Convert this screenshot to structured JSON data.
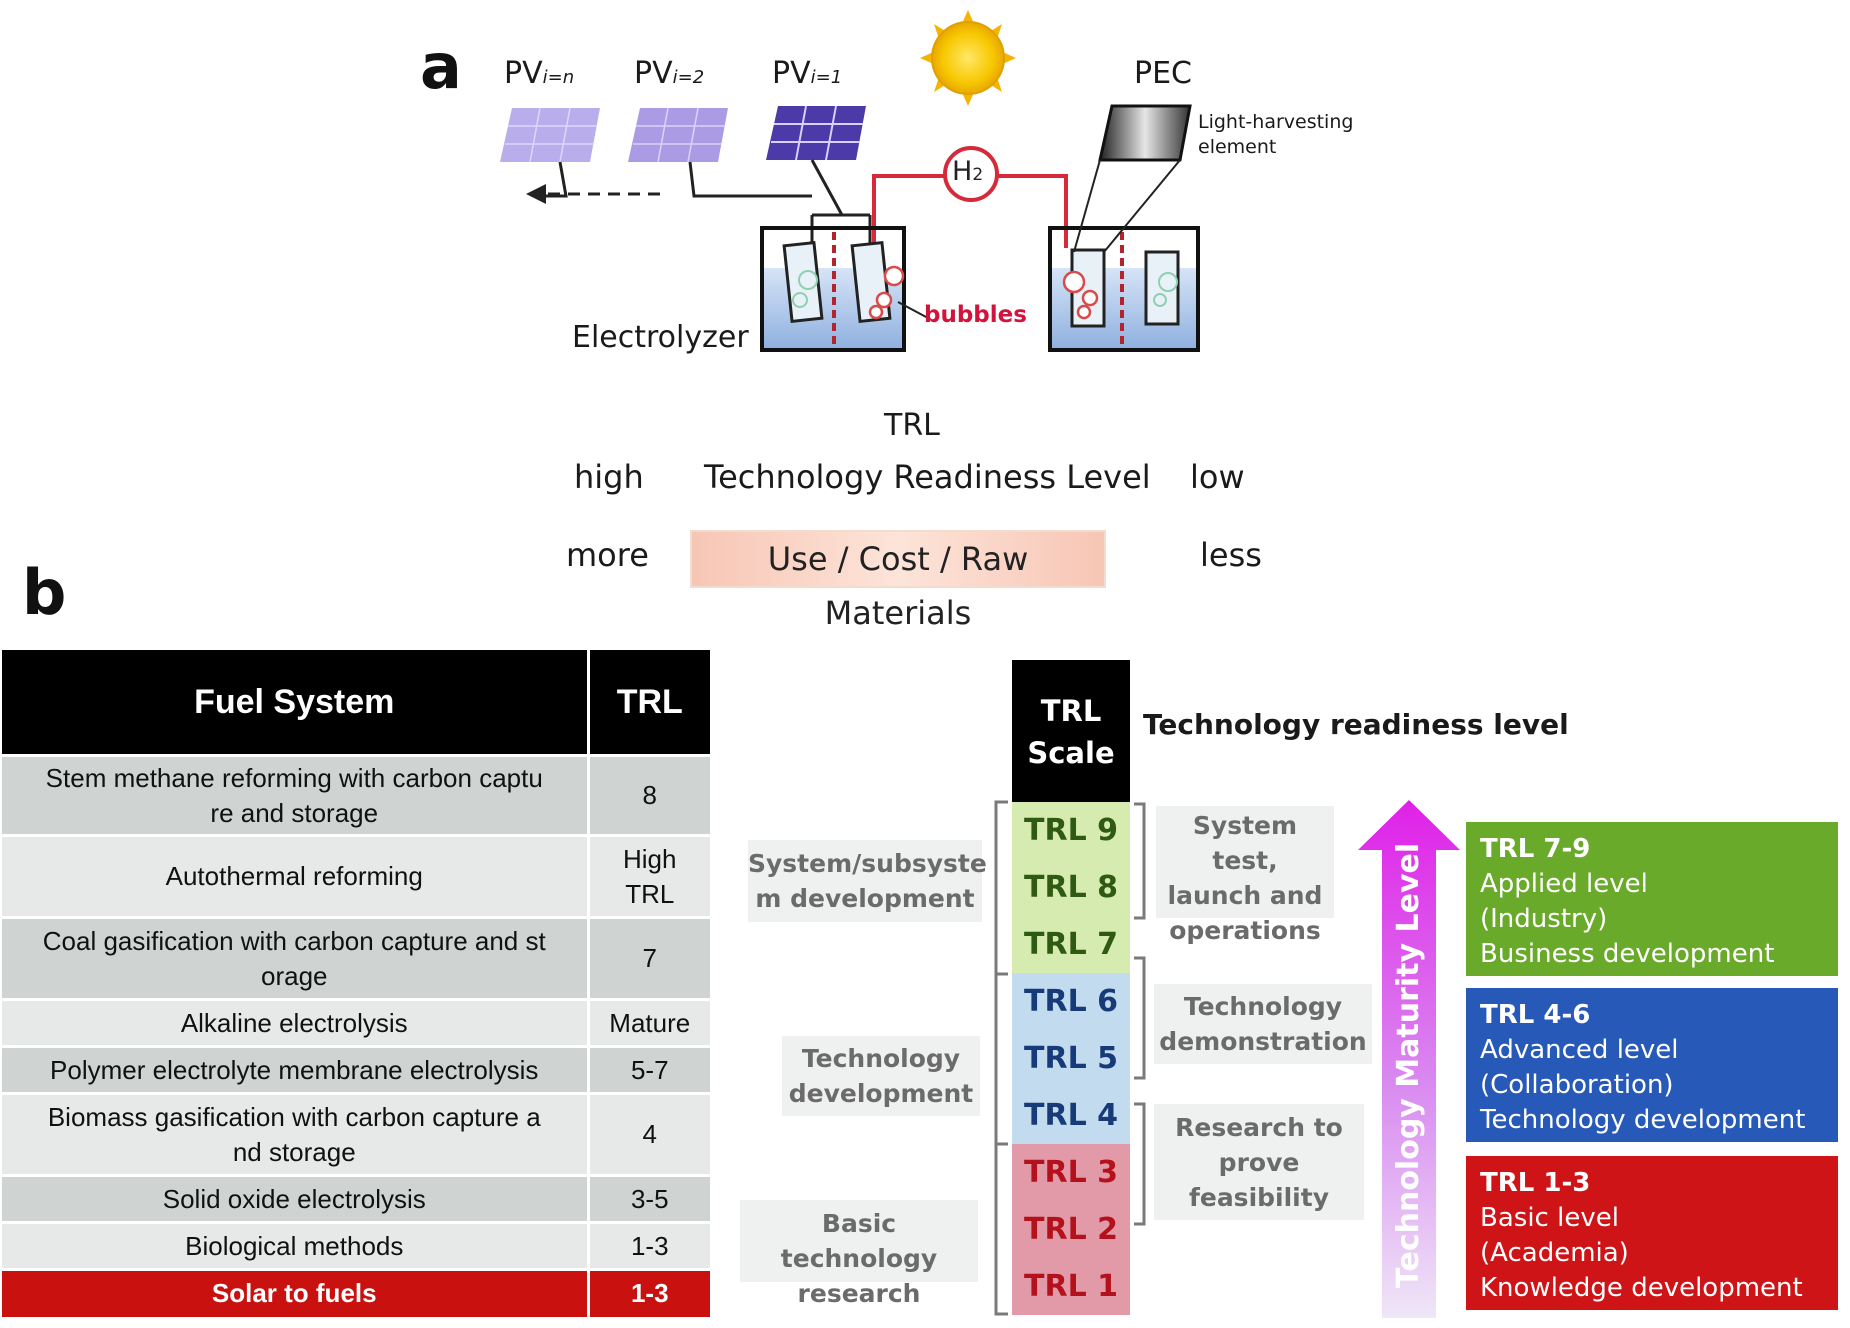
{
  "panel_a": {
    "letter": "a",
    "pv_labels": [
      {
        "base": "PV",
        "sub": "i=n"
      },
      {
        "base": "PV",
        "sub": "i=2"
      },
      {
        "base": "PV",
        "sub": "i=1"
      }
    ],
    "pec_label": "PEC",
    "light_harvesting_label": [
      "Light-harvesting",
      "element"
    ],
    "h2_label": {
      "base": "H",
      "sub": "2"
    },
    "electrolyzer_label": "Electrolyzer",
    "bubbles_label": "bubbles",
    "trl_title": "TRL",
    "trl_high": "high",
    "trl_full": "Technology Readiness Level",
    "trl_low": "low",
    "use_more": "more",
    "use_box": "Use / Cost / Raw Materials",
    "use_less": "less",
    "colors": {
      "h2_line": "#d42a3a",
      "pv_front": "#4b3aa8",
      "pv_faded": "#9a86e0",
      "sun": "#f7c700",
      "water": "#a9c4ea"
    }
  },
  "panel_b": {
    "letter": "b",
    "table": {
      "headers": [
        "Fuel System",
        "TRL"
      ],
      "rows": [
        {
          "system": [
            "Stem methane reforming with carbon captu",
            "re and storage"
          ],
          "trl": [
            "8"
          ]
        },
        {
          "system": [
            "Autothermal reforming"
          ],
          "trl": [
            "High",
            "TRL"
          ]
        },
        {
          "system": [
            "Coal gasification with carbon capture and st",
            "orage"
          ],
          "trl": [
            "7"
          ]
        },
        {
          "system": [
            "Alkaline electrolysis"
          ],
          "trl": [
            "Mature"
          ]
        },
        {
          "system": [
            "Polymer electrolyte membrane electrolysis"
          ],
          "trl": [
            "5-7"
          ]
        },
        {
          "system": [
            "Biomass gasification with carbon capture a",
            "nd storage"
          ],
          "trl": [
            "4"
          ]
        },
        {
          "system": [
            "Solid oxide electrolysis"
          ],
          "trl": [
            "3-5"
          ]
        },
        {
          "system": [
            "Biological methods"
          ],
          "trl": [
            "1-3"
          ]
        },
        {
          "system": [
            "Solar to fuels"
          ],
          "trl": [
            "1-3"
          ],
          "highlight": true
        }
      ]
    },
    "scale": {
      "header": [
        "TRL",
        "Scale"
      ],
      "title": "Technology readiness level",
      "levels": [
        {
          "label": "TRL 9",
          "bg": "#d6ebb0",
          "fg": "#2e5a12"
        },
        {
          "label": "TRL 8",
          "bg": "#d6ebb0",
          "fg": "#2e5a12"
        },
        {
          "label": "TRL 7",
          "bg": "#d6ebb0",
          "fg": "#2e5a12"
        },
        {
          "label": "TRL 6",
          "bg": "#c3dbee",
          "fg": "#173a78"
        },
        {
          "label": "TRL 5",
          "bg": "#c3dbee",
          "fg": "#173a78"
        },
        {
          "label": "TRL 4",
          "bg": "#c3dbee",
          "fg": "#173a78"
        },
        {
          "label": "TRL 3",
          "bg": "#e39aa8",
          "fg": "#b3121d"
        },
        {
          "label": "TRL 2",
          "bg": "#e39aa8",
          "fg": "#b3121d"
        },
        {
          "label": "TRL 1",
          "bg": "#e39aa8",
          "fg": "#b3121d"
        }
      ],
      "left_groups": [
        [
          "System/subsyste",
          "m development"
        ],
        [
          "Technology",
          "development"
        ],
        [
          "Basic  technology",
          "research"
        ]
      ],
      "right_groups": [
        [
          "System test,",
          "launch and",
          "operations"
        ],
        [
          "Technology",
          "demonstration"
        ],
        [
          "Research to",
          "prove",
          "feasibility"
        ]
      ],
      "maturity_arrow_label": "Technology Maturity Level",
      "maturity_levels": [
        {
          "title": "TRL 7-9",
          "lines": [
            "Applied level",
            "(Industry)",
            "Business development"
          ],
          "color": "#6aaa2a"
        },
        {
          "title": "TRL 4-6",
          "lines": [
            "Advanced level",
            "(Collaboration)",
            "Technology development"
          ],
          "color": "#2759b8"
        },
        {
          "title": "TRL 1-3",
          "lines": [
            "Basic level",
            "(Academia)",
            "Knowledge development"
          ],
          "color": "#cf1418"
        }
      ]
    }
  }
}
